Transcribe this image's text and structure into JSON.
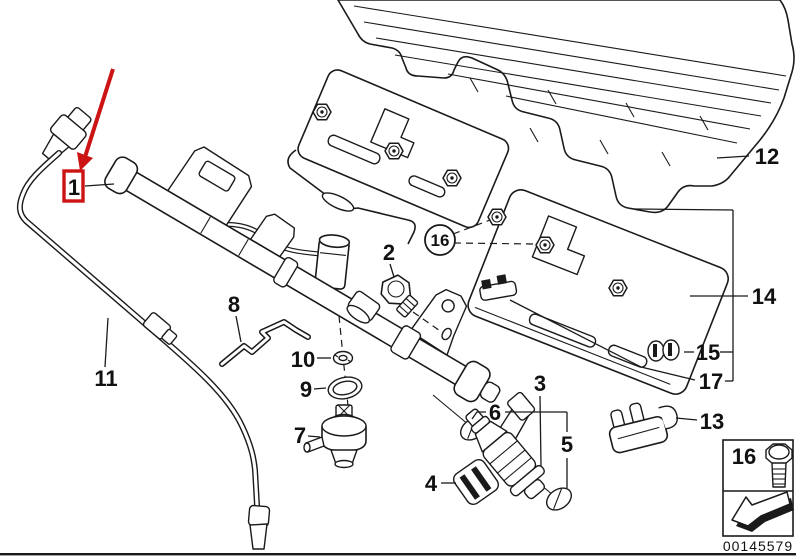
{
  "diagram": {
    "background_color": "#ffffff",
    "line_color": "#1a1a1a",
    "accent_color": "#cc1414"
  },
  "callouts": {
    "n1": "1",
    "n2": "2",
    "n3": "3",
    "n4": "4",
    "n5": "5",
    "n6": "6",
    "n7": "7",
    "n8": "8",
    "n9": "9",
    "n10": "10",
    "n11": "11",
    "n12": "12",
    "n13": "13",
    "n14": "14",
    "n15": "15",
    "n16": "16",
    "n17": "17"
  },
  "highlight": {
    "boxed_callout": "1"
  },
  "fastener_group": {
    "circled_callout": "16"
  },
  "legend": {
    "item_label": "16",
    "icon": "hex-bolt-icon",
    "direction_icon": "block-arrow-lower-left",
    "document_code": "00145579"
  }
}
